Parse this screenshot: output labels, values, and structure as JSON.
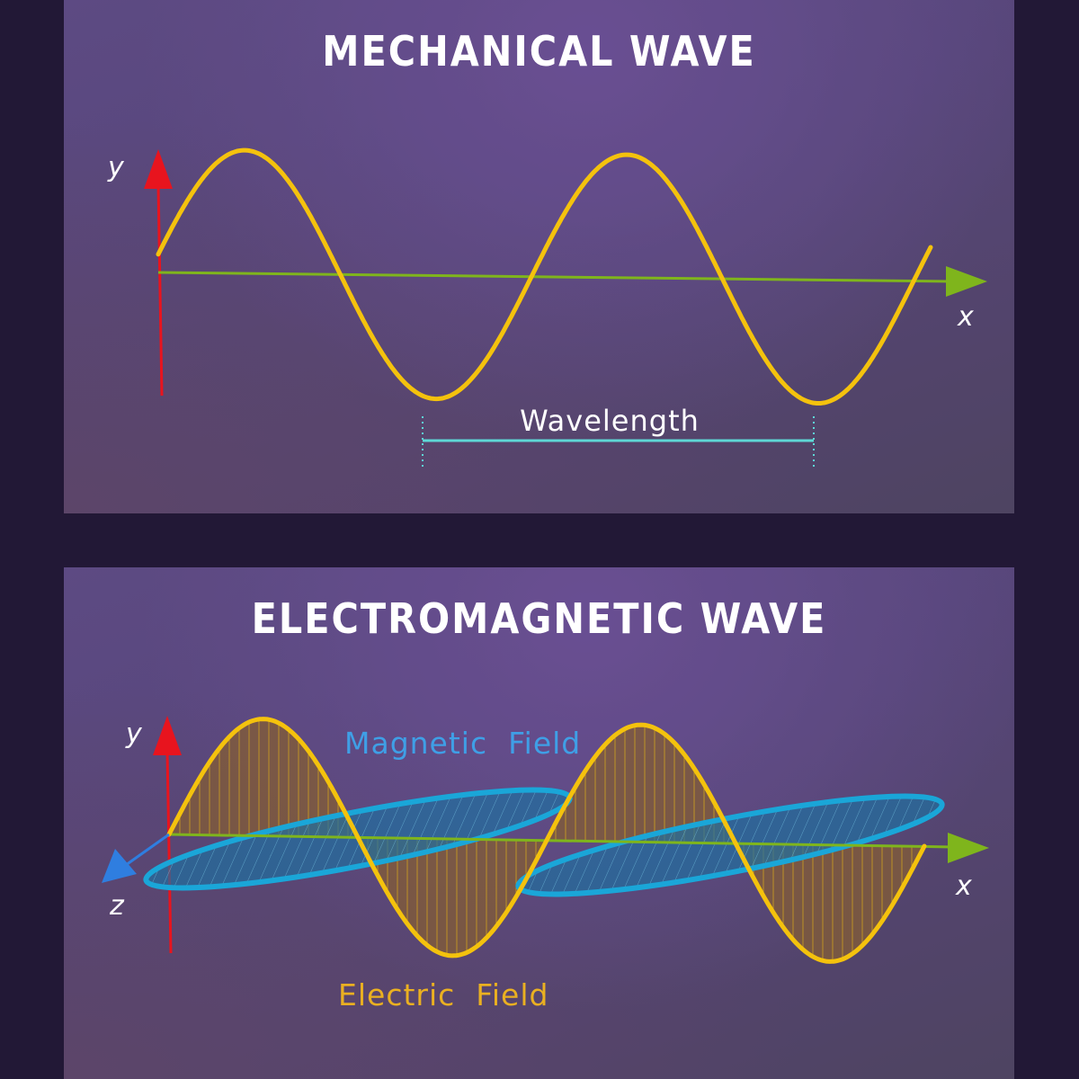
{
  "mechanical": {
    "title": "MECHANICAL WAVE",
    "axis_y": "y",
    "axis_x": "x",
    "wavelength_label": "Wavelength"
  },
  "electromagnetic": {
    "title": "ELECTROMAGNETIC WAVE",
    "axis_y": "y",
    "axis_x": "x",
    "axis_z": "z",
    "magnetic_label": "Magnetic  Field",
    "electric_label": "Electric  Field"
  },
  "colors": {
    "wave": "#f4c20d",
    "y_axis": "#e8141e",
    "x_axis": "#7fb51c",
    "z_axis": "#2f7ee0",
    "wavelength": "#5ed8d6",
    "magnetic": "#1aa6d8",
    "magnetic_text": "#3f9fe6",
    "electric_text": "#eab021"
  },
  "icons": [
    "y-axis-arrow",
    "x-axis-arrow",
    "z-axis-arrow"
  ]
}
